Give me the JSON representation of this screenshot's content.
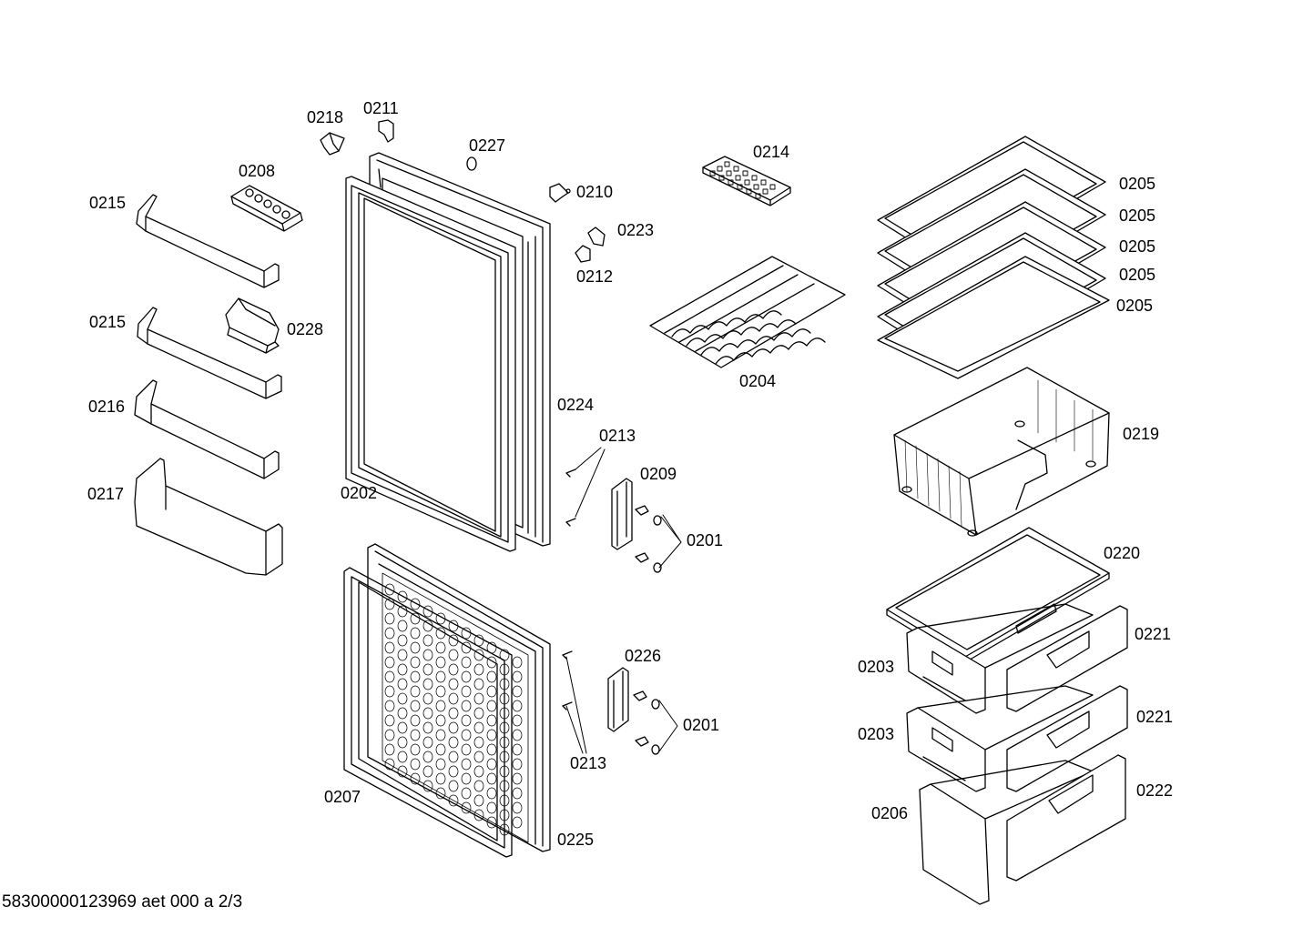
{
  "document_id": "58300000123969 aet 000 a 2/3",
  "callouts": {
    "c0215a": "0215",
    "c0215b": "0215",
    "c0216": "0216",
    "c0217": "0217",
    "c0208": "0208",
    "c0228": "0228",
    "c0218": "0218",
    "c0211": "0211",
    "c0227": "0227",
    "c0210": "0210",
    "c0223": "0223",
    "c0212": "0212",
    "c0224": "0224",
    "c0202": "0202",
    "c0213a": "0213",
    "c0209": "0209",
    "c0201a": "0201",
    "c0226": "0226",
    "c0201b": "0201",
    "c0213b": "0213",
    "c0207": "0207",
    "c0225": "0225",
    "c0214": "0214",
    "c0204": "0204",
    "c0205a": "0205",
    "c0205b": "0205",
    "c0205c": "0205",
    "c0205d": "0205",
    "c0205e": "0205",
    "c0219": "0219",
    "c0220": "0220",
    "c0221a": "0221",
    "c0221b": "0221",
    "c0203a": "0203",
    "c0203b": "0203",
    "c0222": "0222",
    "c0206": "0206"
  }
}
